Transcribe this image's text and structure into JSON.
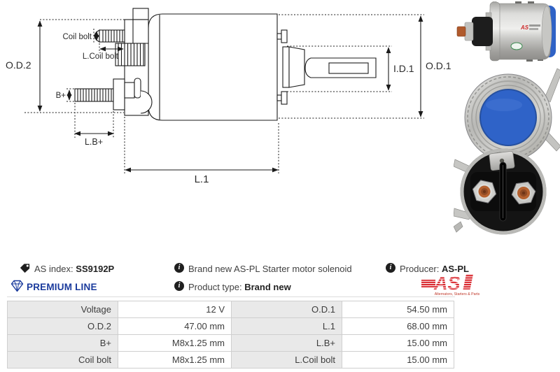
{
  "diagram": {
    "labels": {
      "od2": "O.D.2",
      "coil_bolt": "Coil bolt",
      "l_coil_bolt": "L.Coil bolt",
      "b_plus": "B+",
      "l_b_plus": "L.B+",
      "l1": "L.1",
      "id1": "I.D.1",
      "od1": "O.D.1"
    }
  },
  "photos": {
    "photo1": "solenoid-side-view-photo",
    "photo2": "solenoid-front-blue-cap-photo",
    "photo3": "solenoid-rear-terminals-photo",
    "photo_blue": "#2f63c8"
  },
  "icons": {
    "info_glyph": "i",
    "tag_icon": "tag-icon",
    "diamond_icon": "diamond-icon"
  },
  "info": {
    "as_index_label": "AS index:",
    "as_index_value": "SS9192P",
    "premium_line": "PREMIUM LINE",
    "description": "Brand new AS-PL Starter motor solenoid",
    "product_type_label": "Product type:",
    "product_type_value": "Brand new",
    "producer_label": "Producer:",
    "producer_value": "AS-PL",
    "logo_text": "AS",
    "logo_subtext": "Alternators, Starters & Parts",
    "premium_blue": "#1a3a9c",
    "brand_red": "#d8232a"
  },
  "table": {
    "rows": [
      {
        "label_left": "Voltage",
        "value_left": "12 V",
        "label_right": "O.D.1",
        "value_right": "54.50 mm"
      },
      {
        "label_left": "O.D.2",
        "value_left": "47.00 mm",
        "label_right": "L.1",
        "value_right": "68.00 mm"
      },
      {
        "label_left": "B+",
        "value_left": "M8x1.25 mm",
        "label_right": "L.B+",
        "value_right": "15.00 mm"
      },
      {
        "label_left": "Coil bolt",
        "value_left": "M8x1.25 mm",
        "label_right": "L.Coil bolt",
        "value_right": "15.00 mm"
      }
    ]
  }
}
